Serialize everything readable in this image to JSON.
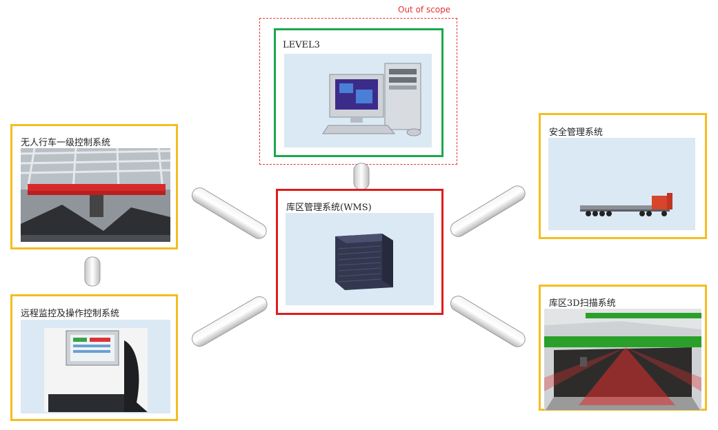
{
  "out_of_scope_label": "Out of scope",
  "nodes": {
    "level3": "LEVEL3",
    "wms": "库区管理系统(WMS)",
    "crane": "无人行车一级控制系统",
    "remote": "远程监控及操作控制系统",
    "safety": "安全管理系统",
    "scan3d": "库区3D扫描系统"
  },
  "colors": {
    "yellow_border": "#f5bd1f",
    "green_border": "#1aa84b",
    "red_border": "#e11b1b",
    "out_of_scope": "#e53232",
    "panel": "#dbe9f4"
  }
}
